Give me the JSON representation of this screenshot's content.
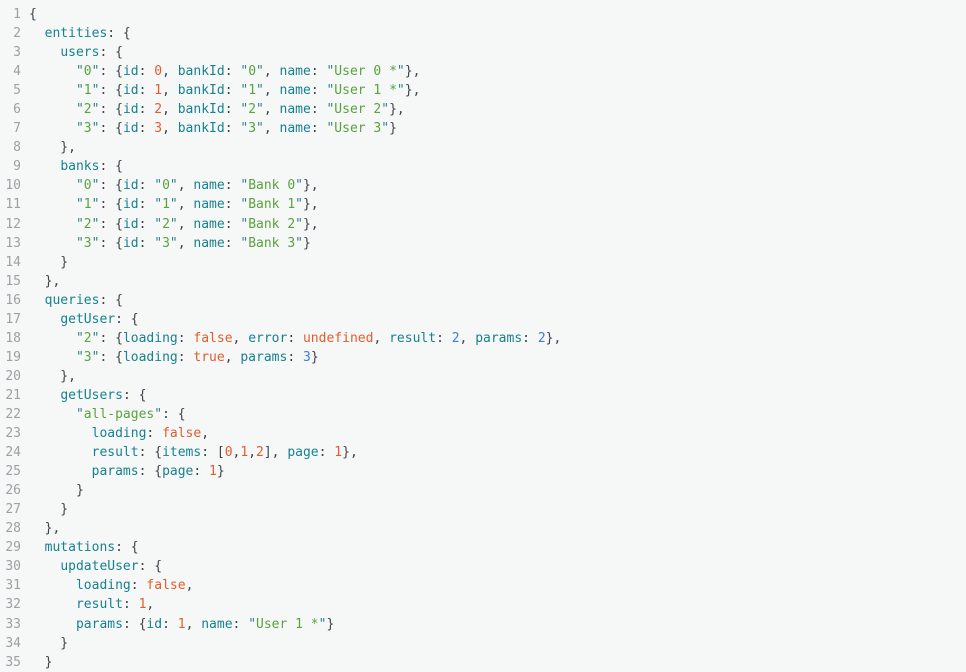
{
  "editor": {
    "background": "#f6f7f7",
    "colors": {
      "bg": "#f6f7f7",
      "ln": "#9ba1a5",
      "p": "#3d444b",
      "k": "#17828f",
      "q": "#2d7f88",
      "s": "#58a33e",
      "o": "#e05d2d",
      "b": "#3d7dd2"
    },
    "token_legend": {
      "p": "punctuation",
      "k": "key",
      "q": "string-quote",
      "s": "string-content",
      "o": "number-or-literal-orange",
      "b": "number-blue"
    },
    "lines": [
      {
        "n": 1,
        "t": [
          [
            "p",
            "{"
          ]
        ]
      },
      {
        "n": 2,
        "t": [
          [
            "p",
            "  "
          ],
          [
            "k",
            "entities"
          ],
          [
            "p",
            ": {"
          ]
        ]
      },
      {
        "n": 3,
        "t": [
          [
            "p",
            "    "
          ],
          [
            "k",
            "users"
          ],
          [
            "p",
            ": {"
          ]
        ]
      },
      {
        "n": 4,
        "t": [
          [
            "p",
            "      "
          ],
          [
            "q",
            "\""
          ],
          [
            "s",
            "0"
          ],
          [
            "q",
            "\""
          ],
          [
            "p",
            ": {"
          ],
          [
            "k",
            "id"
          ],
          [
            "p",
            ": "
          ],
          [
            "o",
            "0"
          ],
          [
            "p",
            ", "
          ],
          [
            "k",
            "bankId"
          ],
          [
            "p",
            ": "
          ],
          [
            "q",
            "\""
          ],
          [
            "s",
            "0"
          ],
          [
            "q",
            "\""
          ],
          [
            "p",
            ", "
          ],
          [
            "k",
            "name"
          ],
          [
            "p",
            ": "
          ],
          [
            "q",
            "\""
          ],
          [
            "s",
            "User 0 *"
          ],
          [
            "q",
            "\""
          ],
          [
            "p",
            "},"
          ]
        ]
      },
      {
        "n": 5,
        "t": [
          [
            "p",
            "      "
          ],
          [
            "q",
            "\""
          ],
          [
            "s",
            "1"
          ],
          [
            "q",
            "\""
          ],
          [
            "p",
            ": {"
          ],
          [
            "k",
            "id"
          ],
          [
            "p",
            ": "
          ],
          [
            "o",
            "1"
          ],
          [
            "p",
            ", "
          ],
          [
            "k",
            "bankId"
          ],
          [
            "p",
            ": "
          ],
          [
            "q",
            "\""
          ],
          [
            "s",
            "1"
          ],
          [
            "q",
            "\""
          ],
          [
            "p",
            ", "
          ],
          [
            "k",
            "name"
          ],
          [
            "p",
            ": "
          ],
          [
            "q",
            "\""
          ],
          [
            "s",
            "User 1 *"
          ],
          [
            "q",
            "\""
          ],
          [
            "p",
            "},"
          ]
        ]
      },
      {
        "n": 6,
        "t": [
          [
            "p",
            "      "
          ],
          [
            "q",
            "\""
          ],
          [
            "s",
            "2"
          ],
          [
            "q",
            "\""
          ],
          [
            "p",
            ": {"
          ],
          [
            "k",
            "id"
          ],
          [
            "p",
            ": "
          ],
          [
            "o",
            "2"
          ],
          [
            "p",
            ", "
          ],
          [
            "k",
            "bankId"
          ],
          [
            "p",
            ": "
          ],
          [
            "q",
            "\""
          ],
          [
            "s",
            "2"
          ],
          [
            "q",
            "\""
          ],
          [
            "p",
            ", "
          ],
          [
            "k",
            "name"
          ],
          [
            "p",
            ": "
          ],
          [
            "q",
            "\""
          ],
          [
            "s",
            "User 2"
          ],
          [
            "q",
            "\""
          ],
          [
            "p",
            "},"
          ]
        ]
      },
      {
        "n": 7,
        "t": [
          [
            "p",
            "      "
          ],
          [
            "q",
            "\""
          ],
          [
            "s",
            "3"
          ],
          [
            "q",
            "\""
          ],
          [
            "p",
            ": {"
          ],
          [
            "k",
            "id"
          ],
          [
            "p",
            ": "
          ],
          [
            "o",
            "3"
          ],
          [
            "p",
            ", "
          ],
          [
            "k",
            "bankId"
          ],
          [
            "p",
            ": "
          ],
          [
            "q",
            "\""
          ],
          [
            "s",
            "3"
          ],
          [
            "q",
            "\""
          ],
          [
            "p",
            ", "
          ],
          [
            "k",
            "name"
          ],
          [
            "p",
            ": "
          ],
          [
            "q",
            "\""
          ],
          [
            "s",
            "User 3"
          ],
          [
            "q",
            "\""
          ],
          [
            "p",
            "}"
          ]
        ]
      },
      {
        "n": 8,
        "t": [
          [
            "p",
            "    },"
          ]
        ]
      },
      {
        "n": 9,
        "t": [
          [
            "p",
            "    "
          ],
          [
            "k",
            "banks"
          ],
          [
            "p",
            ": {"
          ]
        ]
      },
      {
        "n": 10,
        "t": [
          [
            "p",
            "      "
          ],
          [
            "q",
            "\""
          ],
          [
            "s",
            "0"
          ],
          [
            "q",
            "\""
          ],
          [
            "p",
            ": {"
          ],
          [
            "k",
            "id"
          ],
          [
            "p",
            ": "
          ],
          [
            "q",
            "\""
          ],
          [
            "s",
            "0"
          ],
          [
            "q",
            "\""
          ],
          [
            "p",
            ", "
          ],
          [
            "k",
            "name"
          ],
          [
            "p",
            ": "
          ],
          [
            "q",
            "\""
          ],
          [
            "s",
            "Bank 0"
          ],
          [
            "q",
            "\""
          ],
          [
            "p",
            "},"
          ]
        ]
      },
      {
        "n": 11,
        "t": [
          [
            "p",
            "      "
          ],
          [
            "q",
            "\""
          ],
          [
            "s",
            "1"
          ],
          [
            "q",
            "\""
          ],
          [
            "p",
            ": {"
          ],
          [
            "k",
            "id"
          ],
          [
            "p",
            ": "
          ],
          [
            "q",
            "\""
          ],
          [
            "s",
            "1"
          ],
          [
            "q",
            "\""
          ],
          [
            "p",
            ", "
          ],
          [
            "k",
            "name"
          ],
          [
            "p",
            ": "
          ],
          [
            "q",
            "\""
          ],
          [
            "s",
            "Bank 1"
          ],
          [
            "q",
            "\""
          ],
          [
            "p",
            "},"
          ]
        ]
      },
      {
        "n": 12,
        "t": [
          [
            "p",
            "      "
          ],
          [
            "q",
            "\""
          ],
          [
            "s",
            "2"
          ],
          [
            "q",
            "\""
          ],
          [
            "p",
            ": {"
          ],
          [
            "k",
            "id"
          ],
          [
            "p",
            ": "
          ],
          [
            "q",
            "\""
          ],
          [
            "s",
            "2"
          ],
          [
            "q",
            "\""
          ],
          [
            "p",
            ", "
          ],
          [
            "k",
            "name"
          ],
          [
            "p",
            ": "
          ],
          [
            "q",
            "\""
          ],
          [
            "s",
            "Bank 2"
          ],
          [
            "q",
            "\""
          ],
          [
            "p",
            "},"
          ]
        ]
      },
      {
        "n": 13,
        "t": [
          [
            "p",
            "      "
          ],
          [
            "q",
            "\""
          ],
          [
            "s",
            "3"
          ],
          [
            "q",
            "\""
          ],
          [
            "p",
            ": {"
          ],
          [
            "k",
            "id"
          ],
          [
            "p",
            ": "
          ],
          [
            "q",
            "\""
          ],
          [
            "s",
            "3"
          ],
          [
            "q",
            "\""
          ],
          [
            "p",
            ", "
          ],
          [
            "k",
            "name"
          ],
          [
            "p",
            ": "
          ],
          [
            "q",
            "\""
          ],
          [
            "s",
            "Bank 3"
          ],
          [
            "q",
            "\""
          ],
          [
            "p",
            "}"
          ]
        ]
      },
      {
        "n": 14,
        "t": [
          [
            "p",
            "    }"
          ]
        ]
      },
      {
        "n": 15,
        "t": [
          [
            "p",
            "  },"
          ]
        ]
      },
      {
        "n": 16,
        "t": [
          [
            "p",
            "  "
          ],
          [
            "k",
            "queries"
          ],
          [
            "p",
            ": {"
          ]
        ]
      },
      {
        "n": 17,
        "t": [
          [
            "p",
            "    "
          ],
          [
            "k",
            "getUser"
          ],
          [
            "p",
            ": {"
          ]
        ]
      },
      {
        "n": 18,
        "t": [
          [
            "p",
            "      "
          ],
          [
            "q",
            "\""
          ],
          [
            "s",
            "2"
          ],
          [
            "q",
            "\""
          ],
          [
            "p",
            ": {"
          ],
          [
            "k",
            "loading"
          ],
          [
            "p",
            ": "
          ],
          [
            "o",
            "false"
          ],
          [
            "p",
            ", "
          ],
          [
            "k",
            "error"
          ],
          [
            "p",
            ": "
          ],
          [
            "o",
            "undefined"
          ],
          [
            "p",
            ", "
          ],
          [
            "k",
            "result"
          ],
          [
            "p",
            ": "
          ],
          [
            "b",
            "2"
          ],
          [
            "p",
            ", "
          ],
          [
            "k",
            "params"
          ],
          [
            "p",
            ": "
          ],
          [
            "b",
            "2"
          ],
          [
            "p",
            "},"
          ]
        ]
      },
      {
        "n": 19,
        "t": [
          [
            "p",
            "      "
          ],
          [
            "q",
            "\""
          ],
          [
            "s",
            "3"
          ],
          [
            "q",
            "\""
          ],
          [
            "p",
            ": {"
          ],
          [
            "k",
            "loading"
          ],
          [
            "p",
            ": "
          ],
          [
            "o",
            "true"
          ],
          [
            "p",
            ", "
          ],
          [
            "k",
            "params"
          ],
          [
            "p",
            ": "
          ],
          [
            "b",
            "3"
          ],
          [
            "p",
            "}"
          ]
        ]
      },
      {
        "n": 20,
        "t": [
          [
            "p",
            "    },"
          ]
        ]
      },
      {
        "n": 21,
        "t": [
          [
            "p",
            "    "
          ],
          [
            "k",
            "getUsers"
          ],
          [
            "p",
            ": {"
          ]
        ]
      },
      {
        "n": 22,
        "t": [
          [
            "p",
            "      "
          ],
          [
            "q",
            "\""
          ],
          [
            "s",
            "all-pages"
          ],
          [
            "q",
            "\""
          ],
          [
            "p",
            ": {"
          ]
        ]
      },
      {
        "n": 23,
        "t": [
          [
            "p",
            "        "
          ],
          [
            "k",
            "loading"
          ],
          [
            "p",
            ": "
          ],
          [
            "o",
            "false"
          ],
          [
            "p",
            ","
          ]
        ]
      },
      {
        "n": 24,
        "t": [
          [
            "p",
            "        "
          ],
          [
            "k",
            "result"
          ],
          [
            "p",
            ": {"
          ],
          [
            "k",
            "items"
          ],
          [
            "p",
            ": ["
          ],
          [
            "o",
            "0"
          ],
          [
            "p",
            ","
          ],
          [
            "o",
            "1"
          ],
          [
            "p",
            ","
          ],
          [
            "o",
            "2"
          ],
          [
            "p",
            "], "
          ],
          [
            "k",
            "page"
          ],
          [
            "p",
            ": "
          ],
          [
            "o",
            "1"
          ],
          [
            "p",
            "},"
          ]
        ]
      },
      {
        "n": 25,
        "t": [
          [
            "p",
            "        "
          ],
          [
            "k",
            "params"
          ],
          [
            "p",
            ": {"
          ],
          [
            "k",
            "page"
          ],
          [
            "p",
            ": "
          ],
          [
            "o",
            "1"
          ],
          [
            "p",
            "}"
          ]
        ]
      },
      {
        "n": 26,
        "t": [
          [
            "p",
            "      }"
          ]
        ]
      },
      {
        "n": 27,
        "t": [
          [
            "p",
            "    }"
          ]
        ]
      },
      {
        "n": 28,
        "t": [
          [
            "p",
            "  },"
          ]
        ]
      },
      {
        "n": 29,
        "t": [
          [
            "p",
            "  "
          ],
          [
            "k",
            "mutations"
          ],
          [
            "p",
            ": {"
          ]
        ]
      },
      {
        "n": 30,
        "t": [
          [
            "p",
            "    "
          ],
          [
            "k",
            "updateUser"
          ],
          [
            "p",
            ": {"
          ]
        ]
      },
      {
        "n": 31,
        "t": [
          [
            "p",
            "      "
          ],
          [
            "k",
            "loading"
          ],
          [
            "p",
            ": "
          ],
          [
            "o",
            "false"
          ],
          [
            "p",
            ","
          ]
        ]
      },
      {
        "n": 32,
        "t": [
          [
            "p",
            "      "
          ],
          [
            "k",
            "result"
          ],
          [
            "p",
            ": "
          ],
          [
            "o",
            "1"
          ],
          [
            "p",
            ","
          ]
        ]
      },
      {
        "n": 33,
        "t": [
          [
            "p",
            "      "
          ],
          [
            "k",
            "params"
          ],
          [
            "p",
            ": {"
          ],
          [
            "k",
            "id"
          ],
          [
            "p",
            ": "
          ],
          [
            "o",
            "1"
          ],
          [
            "p",
            ", "
          ],
          [
            "k",
            "name"
          ],
          [
            "p",
            ": "
          ],
          [
            "q",
            "\""
          ],
          [
            "s",
            "User 1 *"
          ],
          [
            "q",
            "\""
          ],
          [
            "p",
            "}"
          ]
        ]
      },
      {
        "n": 34,
        "t": [
          [
            "p",
            "    }"
          ]
        ]
      },
      {
        "n": 35,
        "t": [
          [
            "p",
            "  }"
          ]
        ]
      }
    ]
  }
}
